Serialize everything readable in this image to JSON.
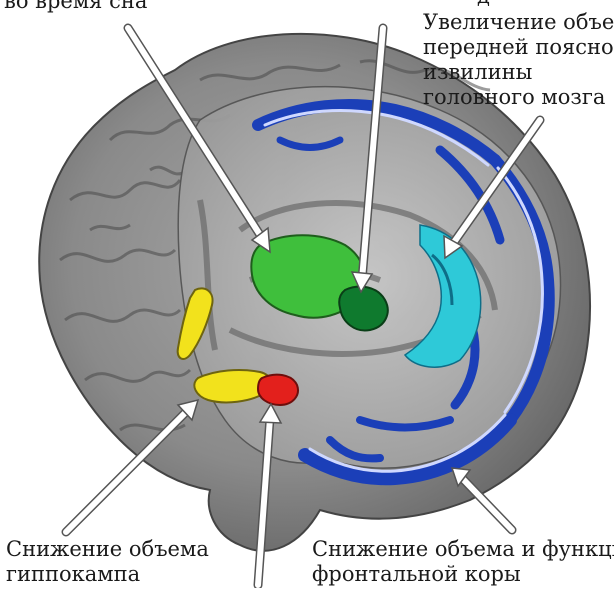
{
  "labels": {
    "top_left": "во время сна",
    "top_right_cut": "д",
    "cingulate": [
      "Увеличение объема",
      "передней поясной",
      "извилины",
      "головного мозга"
    ],
    "hippocampus": [
      "Снижение объема",
      "гиппокампа"
    ],
    "frontal": [
      "Снижение объема и функций",
      "фронтальной коры"
    ]
  },
  "colors": {
    "green_region": "#3fbf3c",
    "dark_green_region": "#0f7a2e",
    "cyan_region": "#2ec9d8",
    "blue_region": "#1b3fb8",
    "yellow_region": "#f2e21c",
    "red_region": "#e3201c",
    "brain_gray": "#7a7a7a"
  }
}
